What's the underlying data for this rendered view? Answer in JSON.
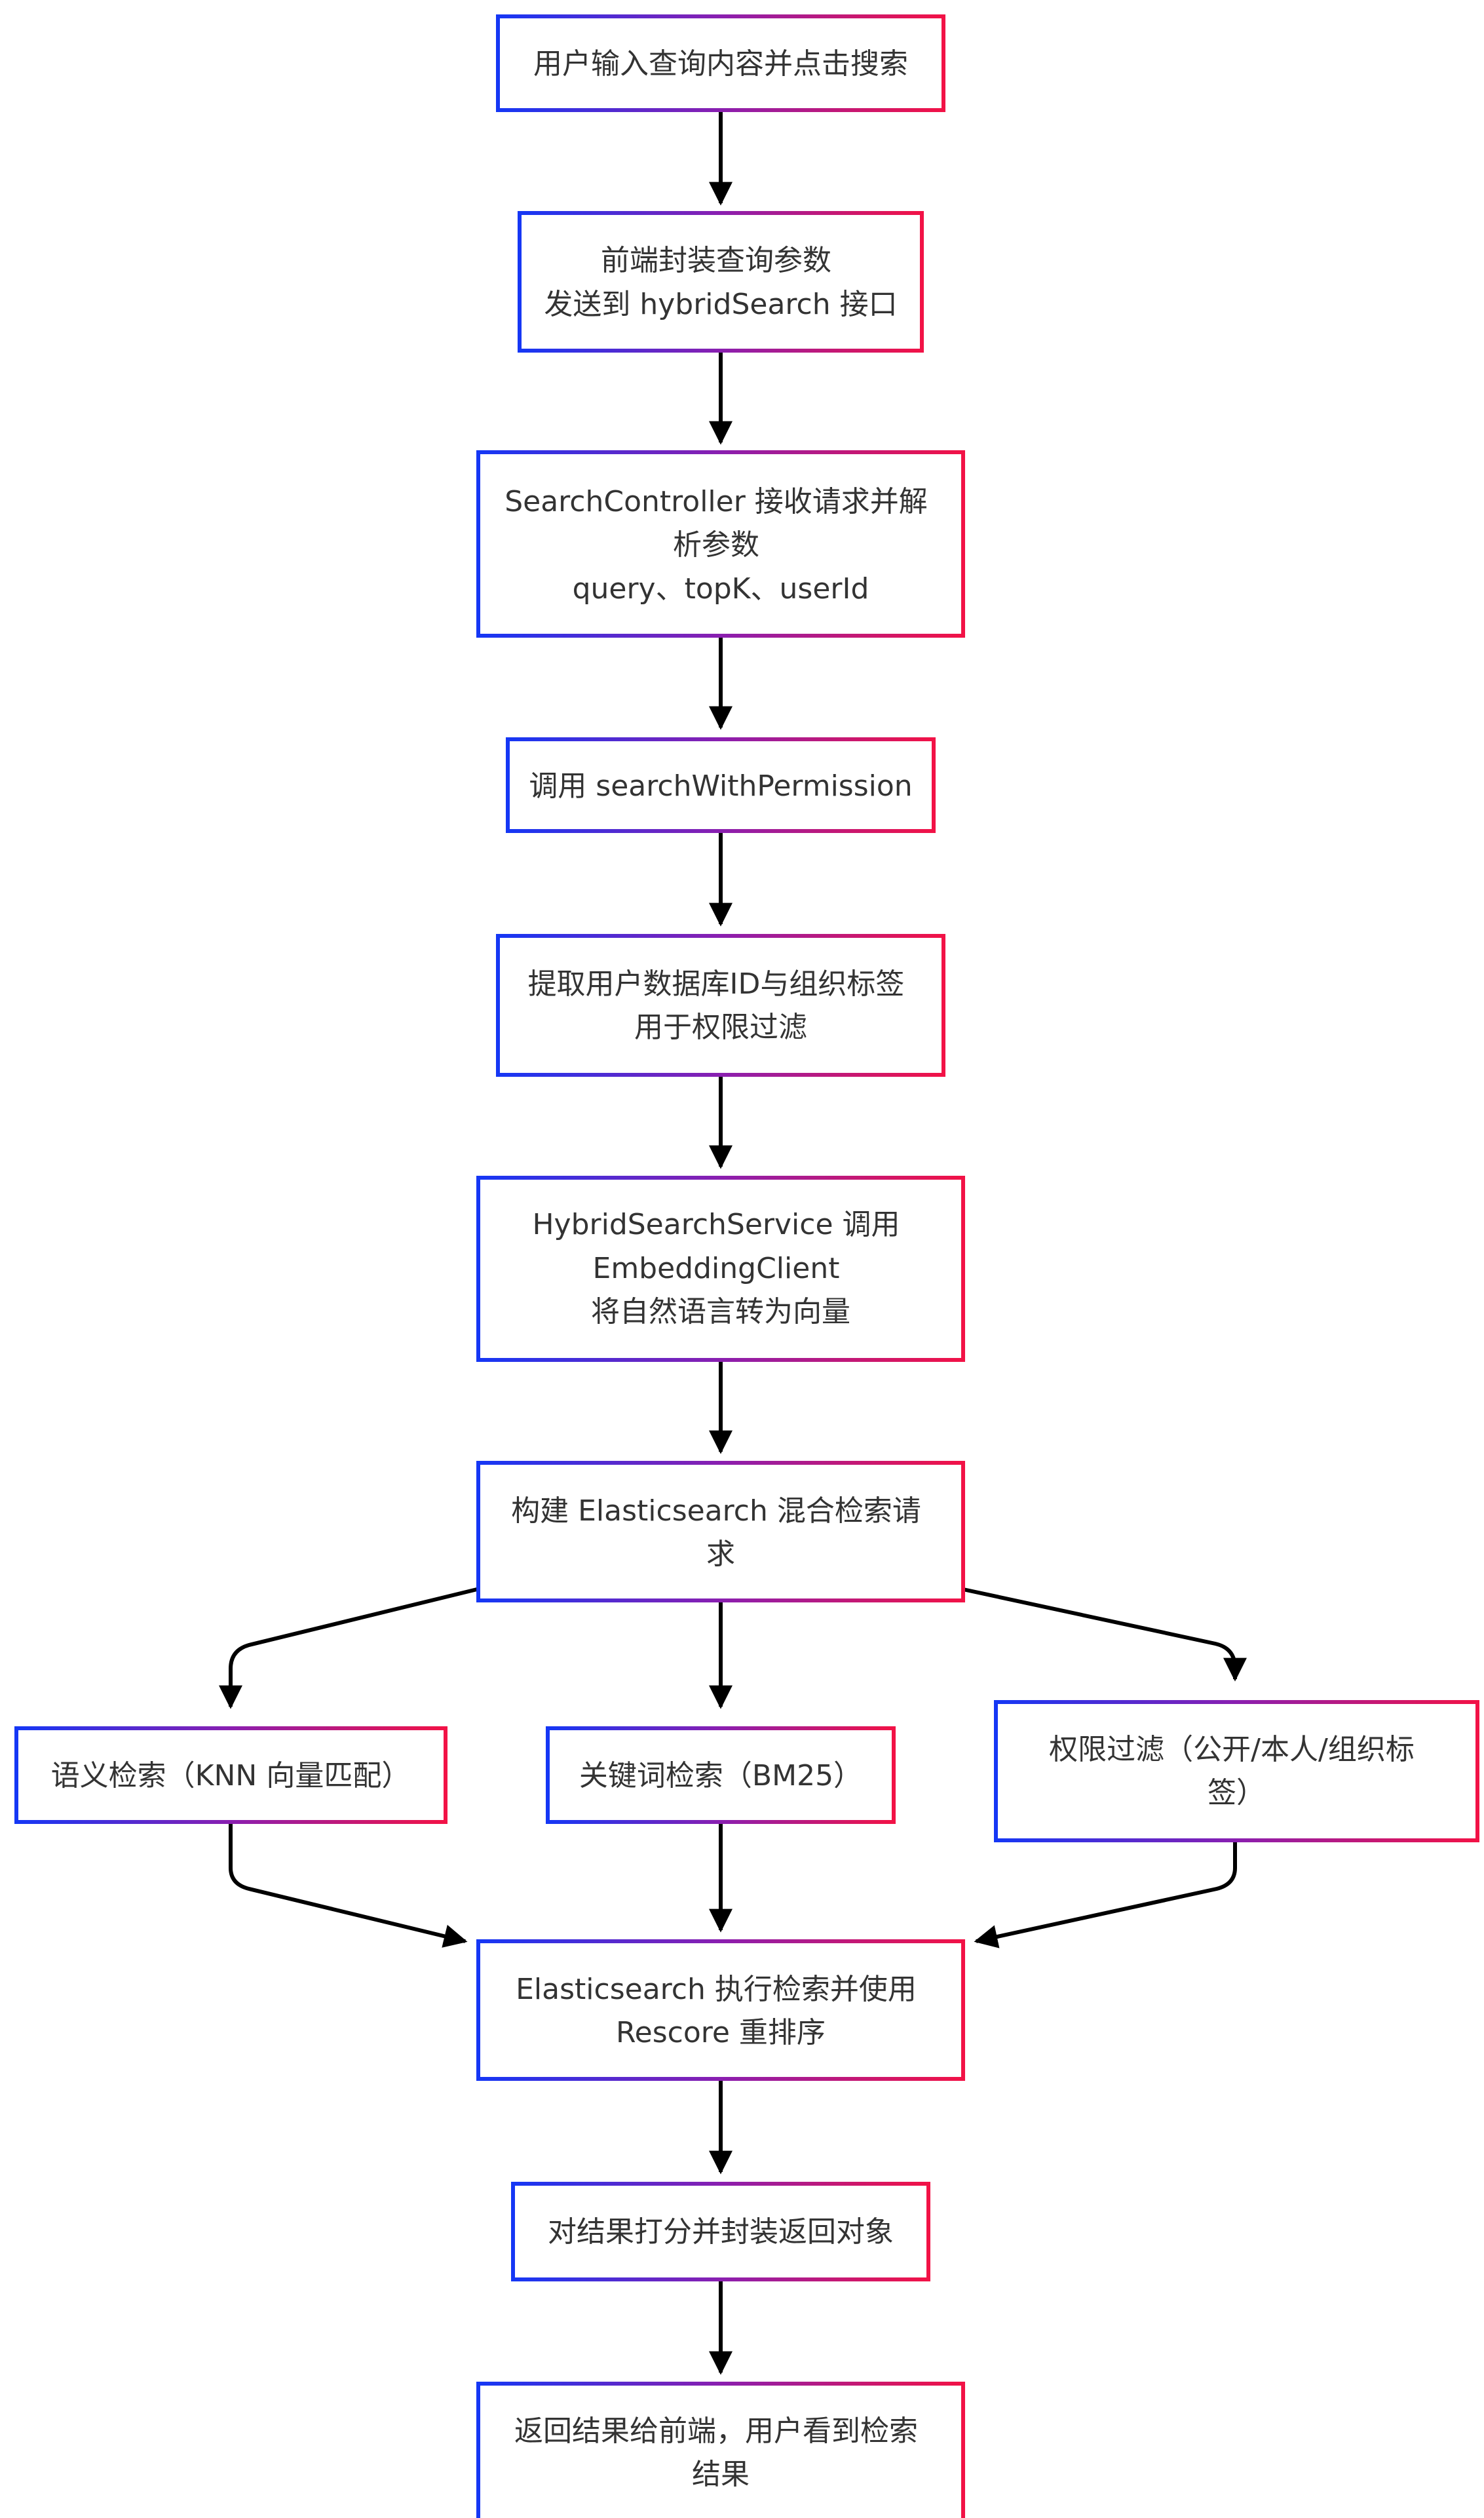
{
  "colors": {
    "border_gradient_start": "#1537f5",
    "border_gradient_mid": "#8a1fb0",
    "border_gradient_end": "#f21246",
    "arrow": "#000000",
    "text": "#333333",
    "background": "#ffffff"
  },
  "nodes": {
    "user_input": {
      "lines": [
        "用户输入查询内容并点击搜索"
      ]
    },
    "frontend_package": {
      "lines": [
        "前端封装查询参数",
        "发送到 hybridSearch 接口"
      ]
    },
    "controller_receive": {
      "lines": [
        "SearchController 接收请求并解",
        "析参数",
        "query、topK、userId"
      ]
    },
    "call_permission": {
      "lines": [
        "调用 searchWithPermission"
      ]
    },
    "extract_ids": {
      "lines": [
        "提取用户数据库ID与组织标签",
        "用于权限过滤"
      ]
    },
    "embedding": {
      "lines": [
        "HybridSearchService 调用",
        "EmbeddingClient",
        "将自然语言转为向量"
      ]
    },
    "build_request": {
      "lines": [
        "构建 Elasticsearch 混合检索请",
        "求"
      ]
    },
    "semantic_search": {
      "lines": [
        "语义检索（KNN 向量匹配）"
      ]
    },
    "keyword_search": {
      "lines": [
        "关键词检索（BM25）"
      ]
    },
    "permission_filter": {
      "lines": [
        "权限过滤（公开/本人/组织标",
        "签）"
      ]
    },
    "es_execute": {
      "lines": [
        "Elasticsearch 执行检索并使用",
        "Rescore 重排序"
      ]
    },
    "score_package": {
      "lines": [
        "对结果打分并封装返回对象"
      ]
    },
    "return_result": {
      "lines": [
        "返回结果给前端，用户看到检索",
        "结果"
      ]
    }
  }
}
